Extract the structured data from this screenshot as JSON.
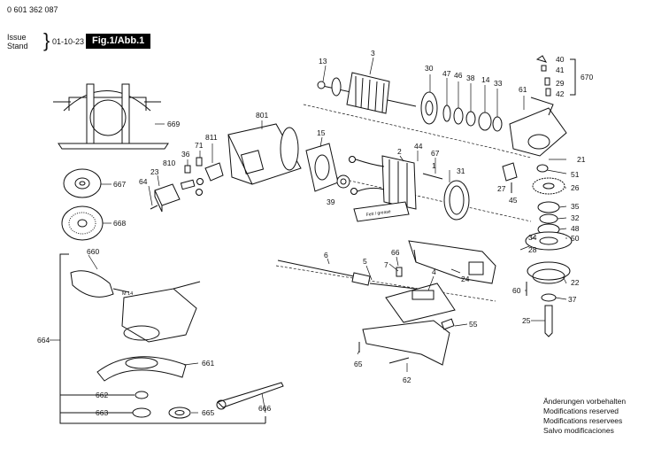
{
  "header": {
    "doc_number": "0 601 362 087",
    "issue_label": "Issue",
    "stand_label": "Stand",
    "issue_date": "01-10-23",
    "figure_title": "Fig.1/Abb.1"
  },
  "notes": [
    "Änderungen vorbehalten",
    "Modifications reserved",
    "Modifications reservees",
    "Salvo modificaciones"
  ],
  "part_labels": [
    {
      "id": "p3",
      "text": "3"
    },
    {
      "id": "p13",
      "text": "13"
    },
    {
      "id": "p30",
      "text": "30"
    },
    {
      "id": "p47",
      "text": "47"
    },
    {
      "id": "p46",
      "text": "46"
    },
    {
      "id": "p38",
      "text": "38"
    },
    {
      "id": "p14",
      "text": "14"
    },
    {
      "id": "p33",
      "text": "33"
    },
    {
      "id": "p61",
      "text": "61"
    },
    {
      "id": "p40",
      "text": "40"
    },
    {
      "id": "p41",
      "text": "41"
    },
    {
      "id": "p29",
      "text": "29"
    },
    {
      "id": "p42",
      "text": "42"
    },
    {
      "id": "p670",
      "text": "670"
    },
    {
      "id": "p669",
      "text": "669"
    },
    {
      "id": "p801",
      "text": "801"
    },
    {
      "id": "p15",
      "text": "15"
    },
    {
      "id": "p811",
      "text": "811"
    },
    {
      "id": "p71",
      "text": "71"
    },
    {
      "id": "p36",
      "text": "36"
    },
    {
      "id": "p810",
      "text": "810"
    },
    {
      "id": "p23",
      "text": "23"
    },
    {
      "id": "p64",
      "text": "64"
    },
    {
      "id": "p667",
      "text": "667"
    },
    {
      "id": "p668",
      "text": "668"
    },
    {
      "id": "p44",
      "text": "44"
    },
    {
      "id": "p2",
      "text": "2"
    },
    {
      "id": "p67",
      "text": "67"
    },
    {
      "id": "p1",
      "text": "1"
    },
    {
      "id": "p31",
      "text": "31"
    },
    {
      "id": "p39",
      "text": "39"
    },
    {
      "id": "p21",
      "text": "21"
    },
    {
      "id": "p51",
      "text": "51"
    },
    {
      "id": "p27",
      "text": "27"
    },
    {
      "id": "p26",
      "text": "26"
    },
    {
      "id": "p45",
      "text": "45"
    },
    {
      "id": "p35",
      "text": "35"
    },
    {
      "id": "p32",
      "text": "32"
    },
    {
      "id": "p48",
      "text": "48"
    },
    {
      "id": "p34",
      "text": "34"
    },
    {
      "id": "p50",
      "text": "50"
    },
    {
      "id": "p28",
      "text": "28"
    },
    {
      "id": "p660",
      "text": "660"
    },
    {
      "id": "p6",
      "text": "6"
    },
    {
      "id": "p66",
      "text": "66"
    },
    {
      "id": "p5",
      "text": "5"
    },
    {
      "id": "p7",
      "text": "7"
    },
    {
      "id": "p4",
      "text": "4"
    },
    {
      "id": "p24",
      "text": "24"
    },
    {
      "id": "p22",
      "text": "22"
    },
    {
      "id": "p60",
      "text": "60"
    },
    {
      "id": "p37",
      "text": "37"
    },
    {
      "id": "p25",
      "text": "25"
    },
    {
      "id": "p664",
      "text": "664"
    },
    {
      "id": "p661",
      "text": "661"
    },
    {
      "id": "p55",
      "text": "55"
    },
    {
      "id": "p65",
      "text": "65"
    },
    {
      "id": "p62",
      "text": "62"
    },
    {
      "id": "p662",
      "text": "662"
    },
    {
      "id": "p663",
      "text": "663"
    },
    {
      "id": "p665",
      "text": "665"
    },
    {
      "id": "p666",
      "text": "666"
    },
    {
      "id": "m14",
      "text": "M 14"
    },
    {
      "id": "grease",
      "text": "Fett / grease"
    }
  ],
  "colors": {
    "ink": "#111111",
    "paper": "#ffffff",
    "title_bg": "#000000",
    "title_fg": "#ffffff"
  }
}
